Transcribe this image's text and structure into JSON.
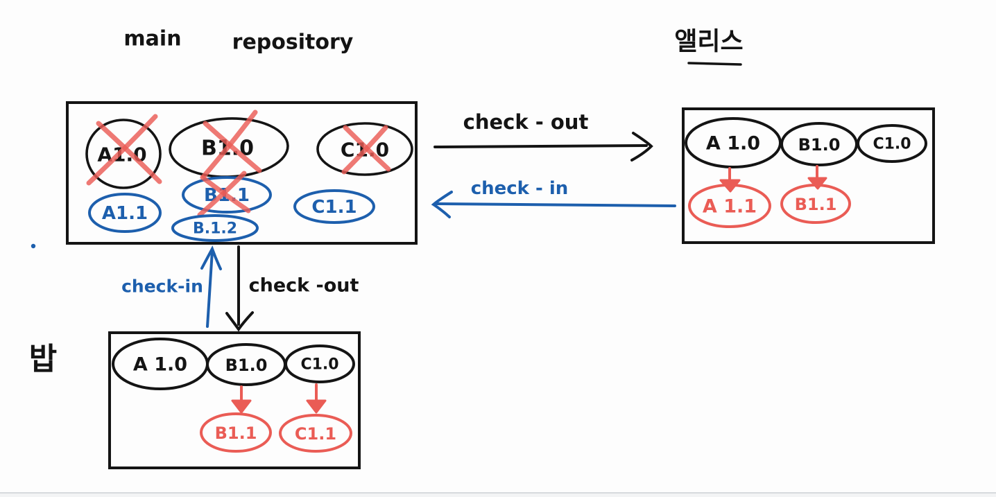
{
  "title": {
    "main": "main",
    "repository": "repository"
  },
  "users": {
    "alice": "앨리스",
    "bob": "밥"
  },
  "arrows": {
    "alice_checkout": "check - out",
    "alice_checkin": "check - in",
    "bob_checkin": "check-in",
    "bob_checkout": "check -out"
  },
  "colors": {
    "ink_black": "#141414",
    "ink_blue": "#1d5fad",
    "ink_red": "#ea5c55",
    "background": "#fdfdfd",
    "page_edge_line": "#d7dadd"
  },
  "main_repository": {
    "obsolete_versions": [
      {
        "label": "A1.0",
        "crossed_out": true
      },
      {
        "label": "B1.0",
        "crossed_out": true
      },
      {
        "label": "C1.0",
        "crossed_out": true
      }
    ],
    "current_versions": [
      {
        "label": "A1.1",
        "crossed_out": false
      },
      {
        "label": "B1.1",
        "crossed_out": true
      },
      {
        "label": "C1.1",
        "crossed_out": false
      },
      {
        "label": "B.1.2",
        "crossed_out": false
      }
    ]
  },
  "alice_workspace": {
    "checked_out": [
      {
        "label": "A 1.0"
      },
      {
        "label": "B1.0"
      },
      {
        "label": "C1.0"
      }
    ],
    "edited": [
      {
        "label": "A 1.1"
      },
      {
        "label": "B1.1"
      }
    ]
  },
  "bob_workspace": {
    "checked_out": [
      {
        "label": "A 1.0"
      },
      {
        "label": "B1.0"
      },
      {
        "label": "C1.0"
      }
    ],
    "edited": [
      {
        "label": "B1.1"
      },
      {
        "label": "C1.1"
      }
    ]
  }
}
